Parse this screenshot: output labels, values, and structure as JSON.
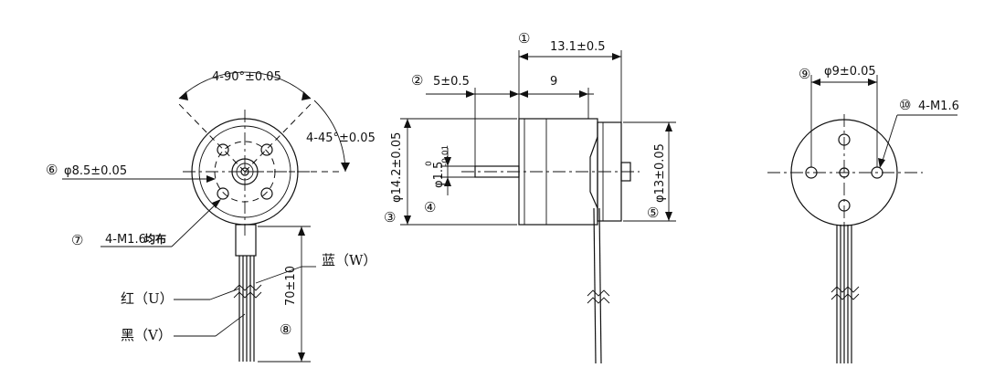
{
  "front": {
    "angle_90": "4-90°±0.05",
    "angle_45": "4-45°±0.05",
    "callout_6": "⑥",
    "pcd": "φ8.5±0.05",
    "callout_7": "⑦",
    "thread": "4-M1.6",
    "thread_cn": "均布",
    "wire_blue": "蓝（W）",
    "wire_red": "红（U）",
    "wire_black": "黑（V）",
    "lead_length": "70±10",
    "callout_8": "⑧"
  },
  "side": {
    "callout_1": "①",
    "length_total": "13.1±0.5",
    "callout_2": "②",
    "shaft_len": "5±0.5",
    "body_len": "9",
    "callout_3": "③",
    "dia_body": "φ14.2±0.05",
    "callout_4": "④",
    "shaft_dia": "φ1.5",
    "shaft_tol_upper": "0",
    "shaft_tol_lower": "-0.01",
    "callout_5": "⑤",
    "dia_flange": "φ13±0.05"
  },
  "back": {
    "callout_9": "⑨",
    "pcd": "φ9±0.05",
    "callout_10": "⑩",
    "thread": "4-M1.6"
  }
}
